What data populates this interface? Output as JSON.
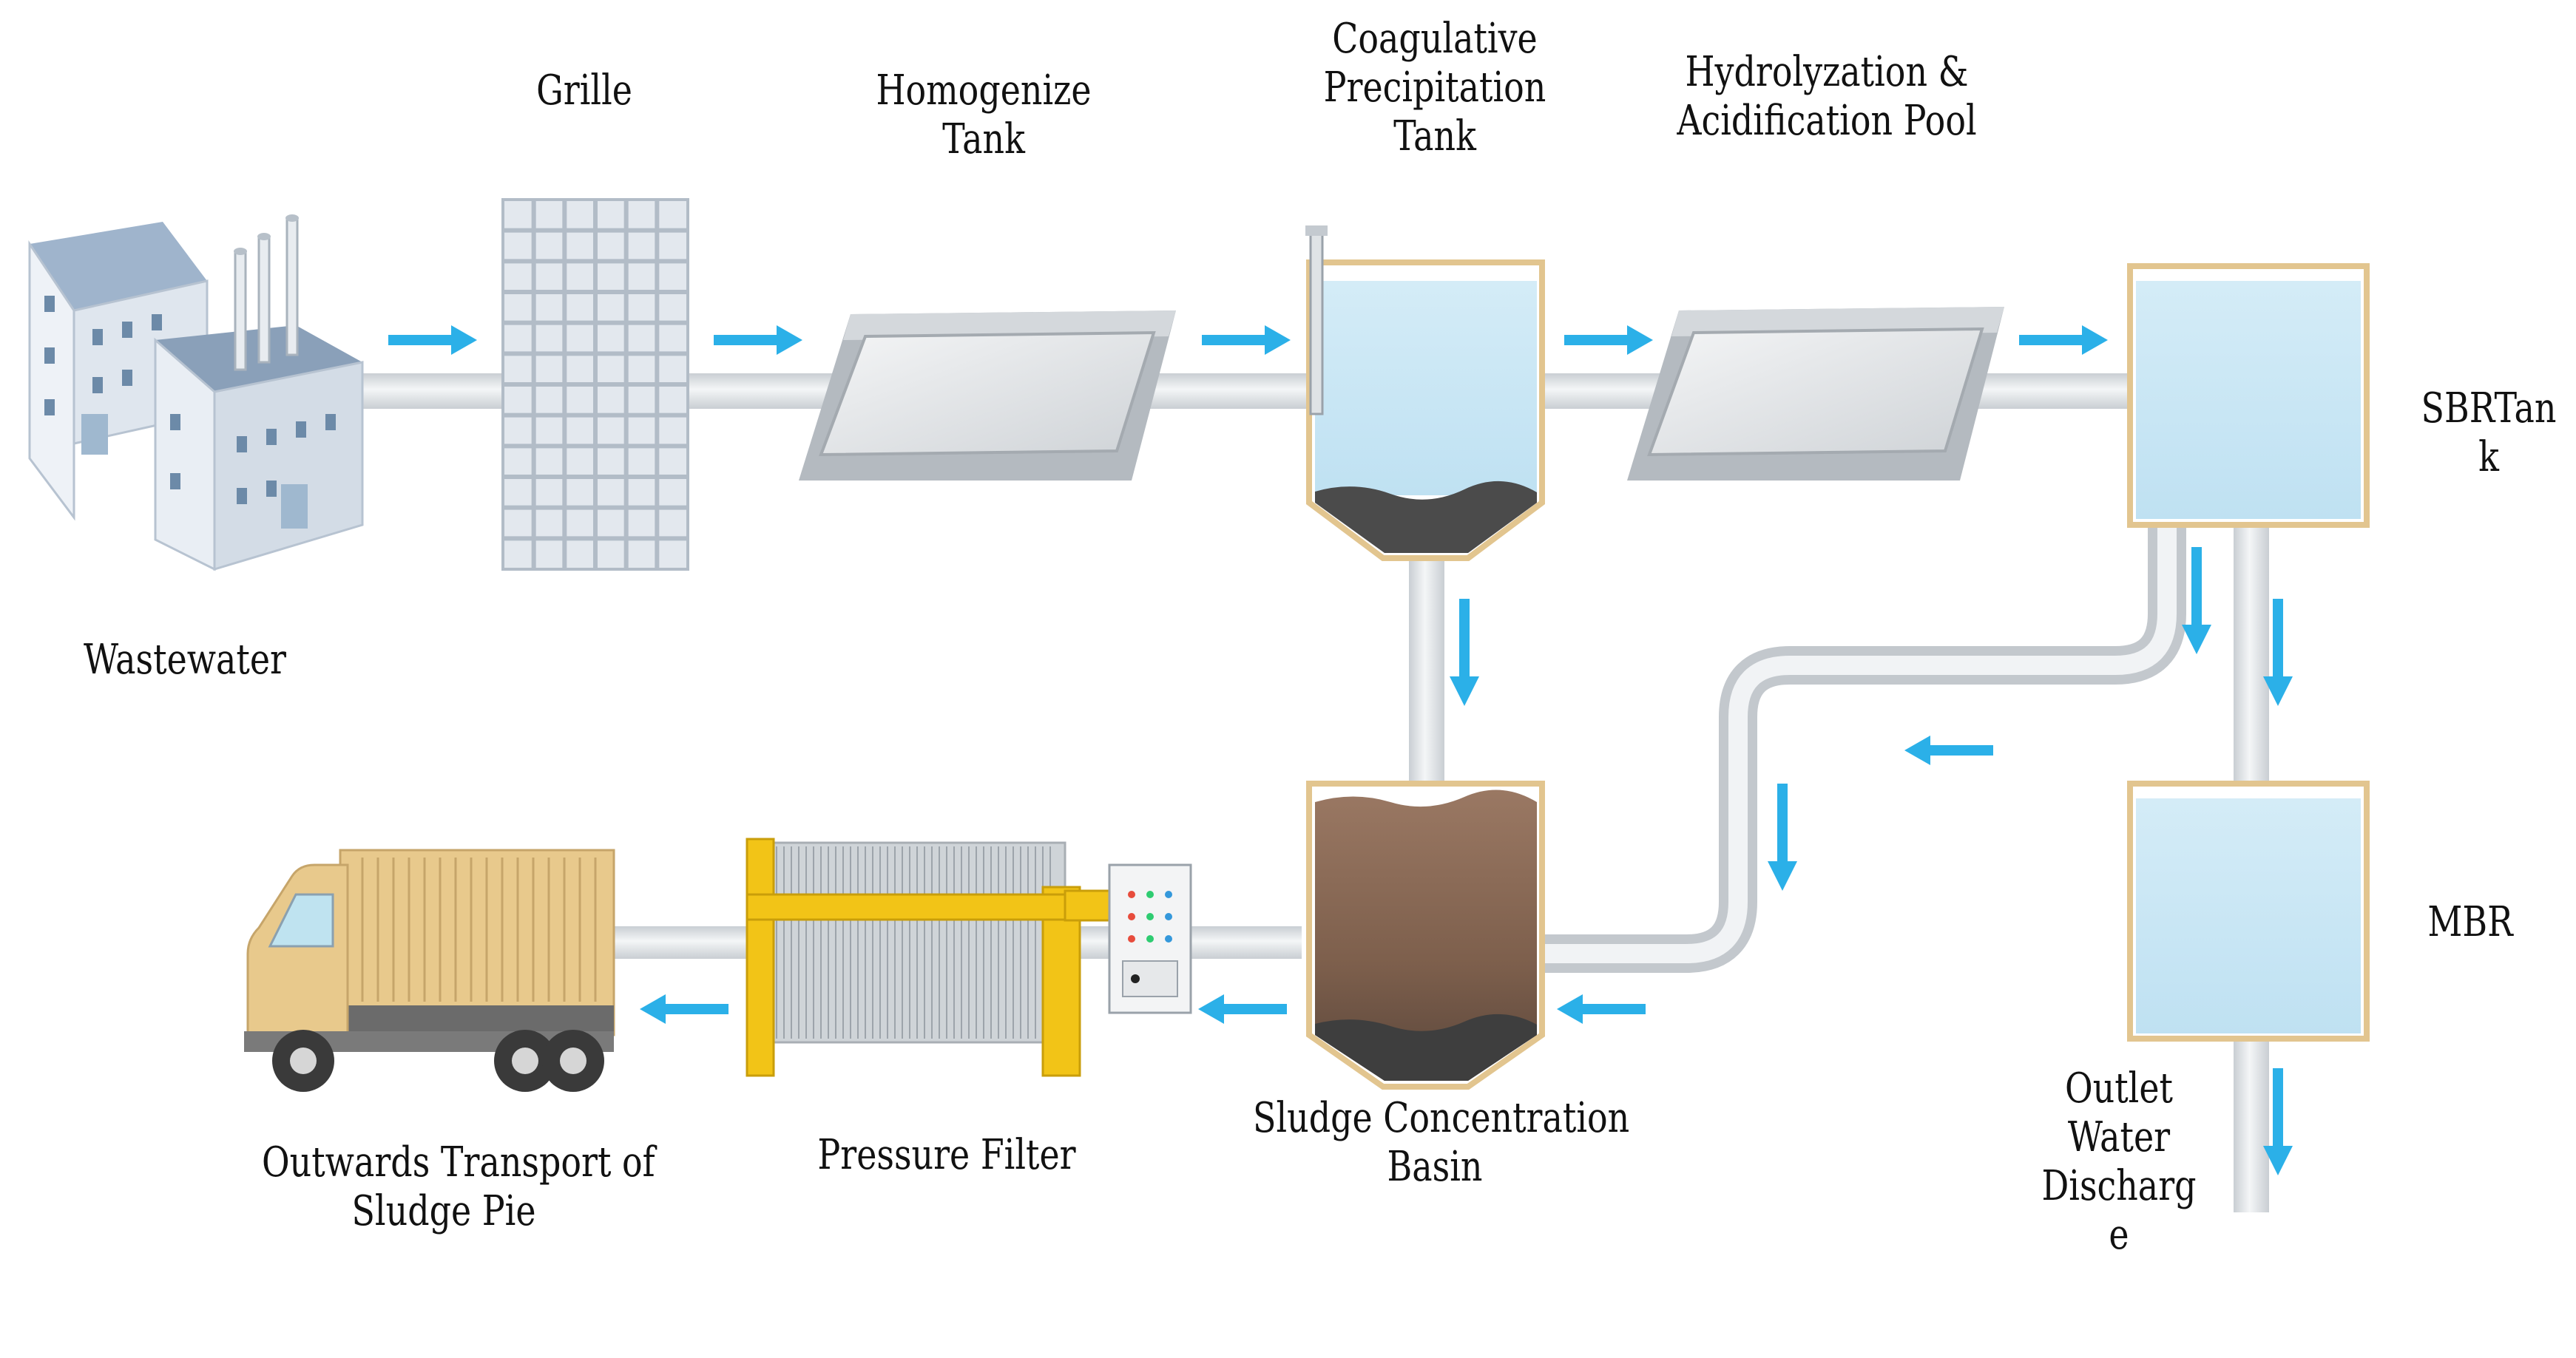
{
  "labels": {
    "wastewater": "Wastewater",
    "grille": "Grille",
    "homogenize": [
      "Homogenize",
      "Tank"
    ],
    "coagulative": [
      "Coagulative",
      "Precipitation",
      "Tank"
    ],
    "hydrolyzation": [
      "Hydrolyzation &",
      "Acidification Pool"
    ],
    "sbr": [
      "SBRTan",
      "k"
    ],
    "mbr": "MBR",
    "outlet": [
      "Outlet",
      "Water",
      "Discharg",
      "e"
    ],
    "sludge_basin": [
      "Sludge Concentration",
      "Basin"
    ],
    "pressure_filter": "Pressure Filter",
    "transport": [
      "Outwards Transport of",
      "Sludge Pie"
    ]
  },
  "colors": {
    "pipe": "#e4e7ea",
    "pipe_edge": "#bfc4c9",
    "arrow": "#2bb0e8",
    "water": "#d8eef8",
    "sludge_dark": "#4a4a4a",
    "sludge_brown": "#8a6a55",
    "tank_frame": "#f1d9a8",
    "filter_yellow": "#f2c417",
    "truck_body": "#e8c98c"
  },
  "icons": [
    "factory-icon",
    "grille-icon",
    "tank-icon",
    "press-filter-icon",
    "truck-icon"
  ]
}
